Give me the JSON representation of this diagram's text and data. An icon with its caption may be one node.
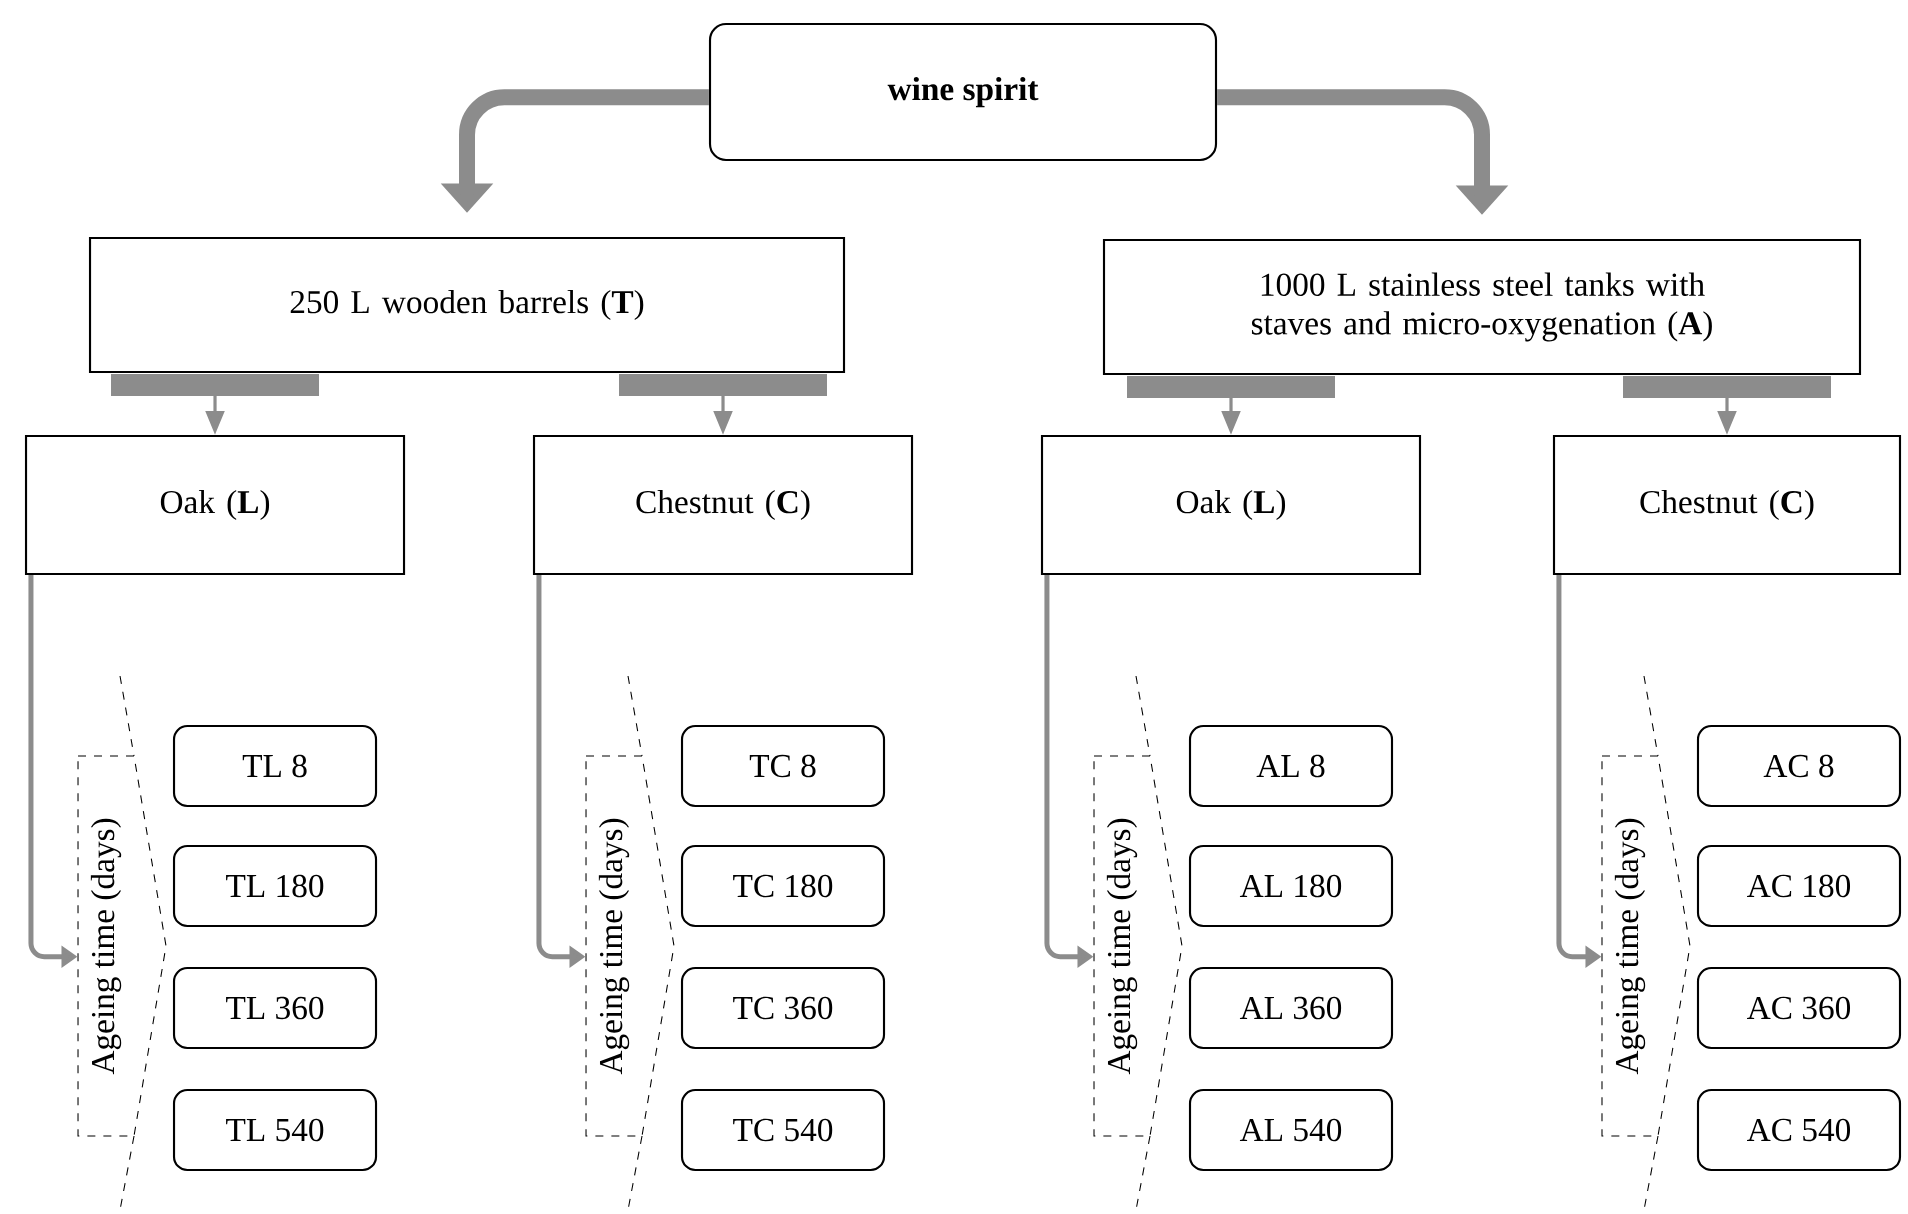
{
  "diagram": {
    "nodes": [
      {
        "text": [
          "wine spirit"
        ]
      },
      {
        "text": [
          "250 L wooden barrels (**T**)"
        ]
      },
      {
        "text": [
          "1000 L stainless steel tanks with staves and micro-oxygenation (**A**)"
        ]
      },
      {
        "text": [
          "Oak (**L**)"
        ]
      },
      {
        "text": [
          "Chestnut (**C**)"
        ]
      },
      {
        "text": [
          "Oak (**L**)"
        ]
      },
      {
        "text": [
          "Chestnut (**C**)"
        ]
      },
      {
        "text": [
          "Ageing time (days)"
        ]
      },
      {
        "text": [
          "TL 8"
        ]
      },
      {
        "text": [
          "TL 180"
        ]
      },
      {
        "text": [
          "TL 360"
        ]
      },
      {
        "text": [
          "TL 540"
        ]
      },
      {
        "text": [
          "Ageing time (days)"
        ]
      },
      {
        "text": [
          "TC 8"
        ]
      },
      {
        "text": [
          "TC 180"
        ]
      },
      {
        "text": [
          "TC 360"
        ]
      },
      {
        "text": [
          "TC 540"
        ]
      },
      {
        "text": [
          "Ageing time (days)"
        ]
      },
      {
        "text": [
          "AL 8"
        ]
      },
      {
        "text": [
          "AL 180"
        ]
      },
      {
        "text": [
          "AL 360"
        ]
      },
      {
        "text": [
          "AL 540"
        ]
      },
      {
        "text": [
          "Ageing time (days)"
        ]
      },
      {
        "text": [
          "AC 8"
        ]
      },
      {
        "text": [
          "AC 180"
        ]
      },
      {
        "text": [
          "AC 360"
        ]
      },
      {
        "text": [
          "AC 540"
        ]
      }
    ],
    "edges": [
      {
        "from": 0,
        "to": 1,
        "arrow": "to",
        "style": "thick"
      },
      {
        "from": 0,
        "to": 2,
        "arrow": "to",
        "style": "thick"
      },
      {
        "from": 1,
        "to": 3,
        "arrow": "to"
      },
      {
        "from": 1,
        "to": 4,
        "arrow": "to"
      },
      {
        "from": 2,
        "to": 5,
        "arrow": "to"
      },
      {
        "from": 2,
        "to": 6,
        "arrow": "to"
      },
      {
        "from": 3,
        "to": 7,
        "arrow": "to"
      },
      {
        "from": 4,
        "to": 12,
        "arrow": "to"
      },
      {
        "from": 5,
        "to": 17,
        "arrow": "to"
      },
      {
        "from": 6,
        "to": 22,
        "arrow": "to"
      }
    ]
  }
}
